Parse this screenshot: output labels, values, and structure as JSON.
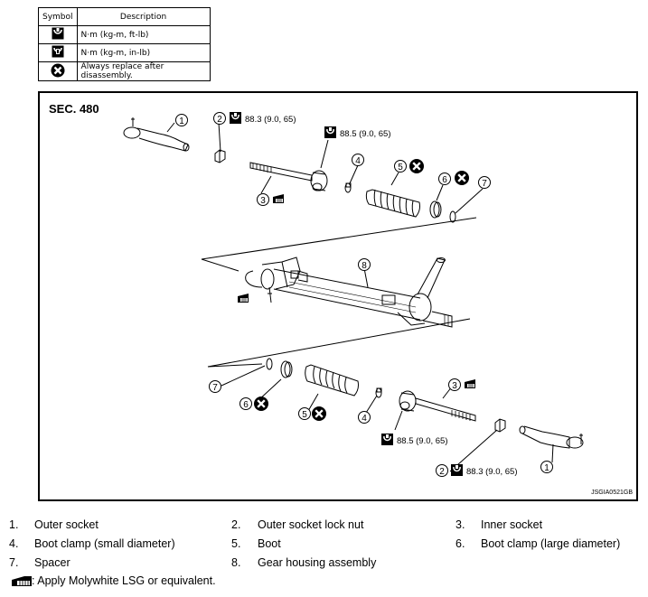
{
  "symbol_table": {
    "header_symbol": "Symbol",
    "header_description": "Description",
    "rows": [
      {
        "icon": "torque-wrench-icon",
        "description": "N·m (kg-m, ft-lb)"
      },
      {
        "icon": "torque-wrench-small-icon",
        "description": "N·m (kg-m, in-lb)"
      },
      {
        "icon": "always-replace-icon",
        "description": "Always replace after disassembly."
      }
    ]
  },
  "diagram": {
    "section": "SEC. 480",
    "code": "JSGIA0521GB",
    "torques": {
      "top_lock_nut": "88.3 (9.0, 65)",
      "top_inner": "88.5 (9.0, 65)",
      "bottom_inner": "88.5 (9.0, 65)",
      "bottom_lock_nut": "88.3 (9.0, 65)"
    },
    "callouts": [
      "1",
      "2",
      "3",
      "4",
      "5",
      "6",
      "7",
      "8"
    ]
  },
  "parts": [
    {
      "num": "1.",
      "name": "Outer socket"
    },
    {
      "num": "2.",
      "name": "Outer socket lock nut"
    },
    {
      "num": "3.",
      "name": "Inner socket"
    },
    {
      "num": "4.",
      "name": "Boot clamp (small diameter)"
    },
    {
      "num": "5.",
      "name": "Boot"
    },
    {
      "num": "6.",
      "name": "Boot clamp (large diameter)"
    },
    {
      "num": "7.",
      "name": "Spacer"
    },
    {
      "num": "8.",
      "name": "Gear housing assembly"
    }
  ],
  "note": ": Apply Molywhite LSG or equivalent."
}
